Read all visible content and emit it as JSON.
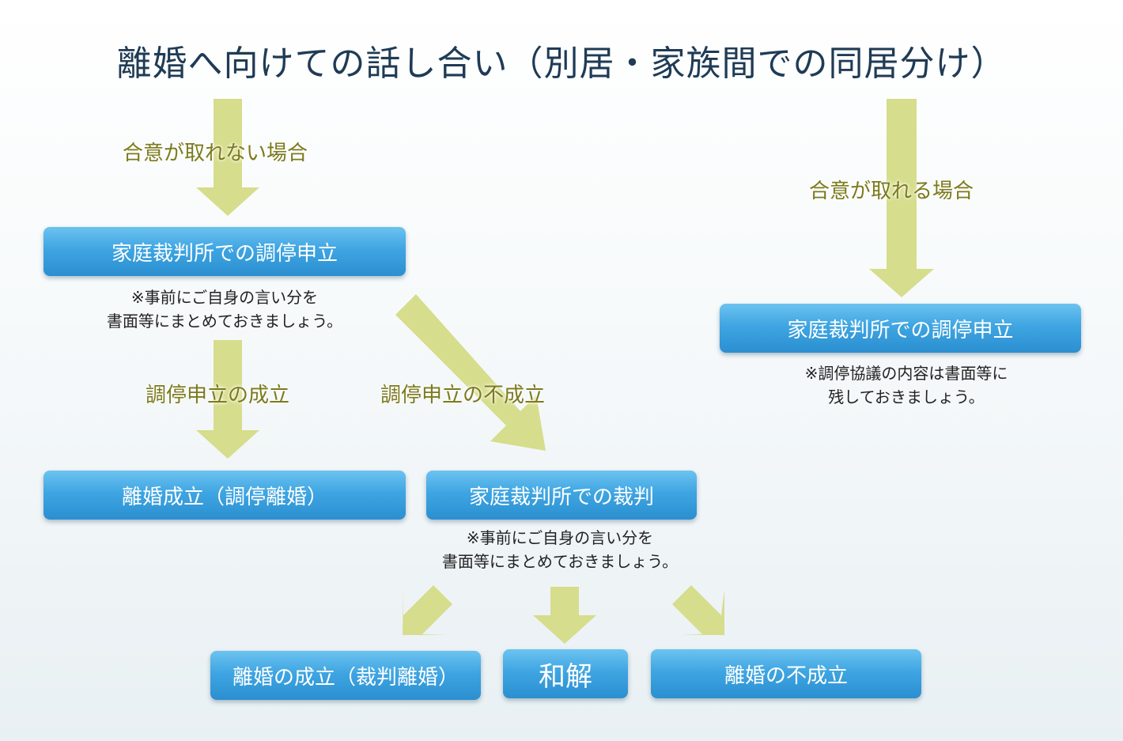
{
  "title": "離婚へ向けての話し合い（別居・家族間での同居分け）",
  "labels": {
    "disagree": "合意が取れない場合",
    "agree": "合意が取れる場合",
    "success": "調停申立の成立",
    "failure": "調停申立の不成立"
  },
  "boxes": {
    "mediation_left": "家庭裁判所での調停申立",
    "mediation_right": "家庭裁判所での調停申立",
    "divorce_mediation": "離婚成立（調停離婚）",
    "trial": "家庭裁判所での裁判",
    "divorce_trial": "離婚の成立（裁判離婚）",
    "settlement": "和解",
    "no_divorce": "離婚の不成立"
  },
  "notes": {
    "left": [
      "※事前にご自身の言い分を",
      "書面等にまとめておきましょう。"
    ],
    "right": [
      "※調停協議の内容は書面等に",
      "残しておきましょう。"
    ],
    "trial": [
      "※事前にご自身の言い分を",
      "書面等にまとめておきましょう。"
    ]
  },
  "colors": {
    "title": "#1f3b55",
    "label": "#7c7a1c",
    "arrow": "#d6dd8c",
    "box_top": "#6cc3f0",
    "box_bottom": "#2b8fd0"
  }
}
